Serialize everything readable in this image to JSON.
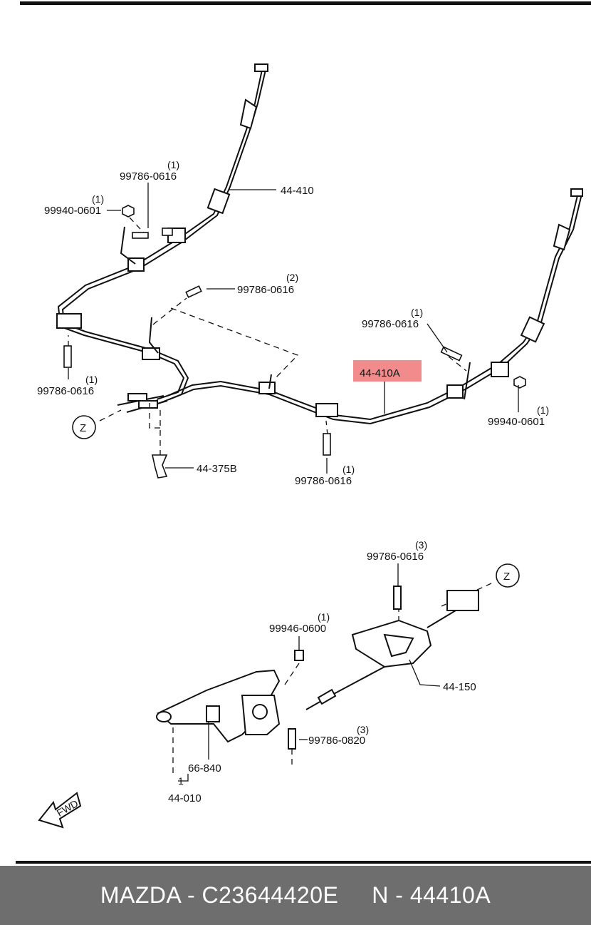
{
  "callouts": {
    "p44410": "44-410",
    "p44410A": "44-410A",
    "p44375B": "44-375B",
    "p44150": "44-150",
    "p66840": "66-840",
    "p44010": "44-010",
    "p44010_qty": "1"
  },
  "fasteners": [
    {
      "part": "99786-0616",
      "qty": "(1)"
    },
    {
      "part": "99940-0601",
      "qty": "(1)"
    },
    {
      "part": "99786-0616",
      "qty": "(2)"
    },
    {
      "part": "99786-0616",
      "qty": "(1)"
    },
    {
      "part": "99786-0616",
      "qty": "(1)"
    },
    {
      "part": "99940-0601",
      "qty": "(1)"
    },
    {
      "part": "99786-0616",
      "qty": "(1)"
    },
    {
      "part": "99786-0616",
      "qty": "(3)"
    },
    {
      "part": "99946-0600",
      "qty": "(1)"
    },
    {
      "part": "99786-0820",
      "qty": "(3)"
    }
  ],
  "markers": {
    "z_top": "Z",
    "z_bottom": "Z",
    "fwd": "FWD"
  },
  "highlight": {
    "part": "44-410A",
    "color": "#f28b8b"
  },
  "footer": {
    "brand": "MAZDA",
    "sep1": " - ",
    "code": "C23644420E",
    "gap": "     ",
    "prefix": "N",
    "sep2": " - ",
    "number": "44410A"
  }
}
